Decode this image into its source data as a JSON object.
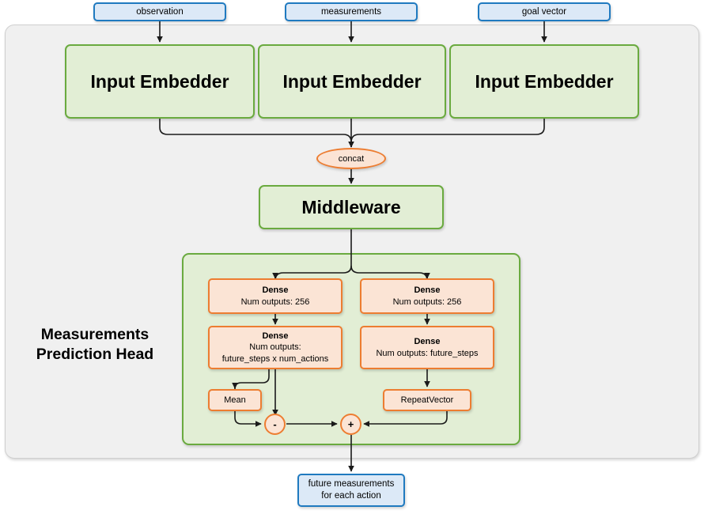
{
  "diagram": {
    "title": "Measurements Prediction Head",
    "colors": {
      "frame_bg": "#f0f0f0",
      "frame_border": "#cfcfcf",
      "green_fill": "#e2eed5",
      "green_border": "#6aaa3f",
      "orange_fill": "#fbe4d5",
      "orange_border": "#ed7d31",
      "blue_fill": "#dce9f7",
      "blue_border": "#1f7ac0",
      "wire": "#1a1a1a"
    }
  },
  "inputs": [
    {
      "label": "observation"
    },
    {
      "label": "measurements"
    },
    {
      "label": "goal vector"
    }
  ],
  "embedders": [
    {
      "label": "Input Embedder"
    },
    {
      "label": "Input Embedder"
    },
    {
      "label": "Input Embedder"
    }
  ],
  "concat": {
    "label": "concat"
  },
  "middleware": {
    "label": "Middleware"
  },
  "head": {
    "label_line1": "Measurements",
    "label_line2": "Prediction Head",
    "left_branch": {
      "dense1": {
        "title": "Dense",
        "detail": "Num outputs: 256"
      },
      "dense2": {
        "title": "Dense",
        "detail_line1": "Num outputs:",
        "detail_line2": "future_steps x num_actions"
      },
      "mean": {
        "label": "Mean"
      },
      "op": {
        "label": "-"
      }
    },
    "right_branch": {
      "dense1": {
        "title": "Dense",
        "detail": "Num outputs: 256"
      },
      "dense2": {
        "title": "Dense",
        "detail": "Num outputs: future_steps"
      },
      "repeat_vector": {
        "label": "RepeatVector"
      },
      "op": {
        "label": "+"
      }
    }
  },
  "output": {
    "line1": "future measurements",
    "line2": "for each action"
  }
}
